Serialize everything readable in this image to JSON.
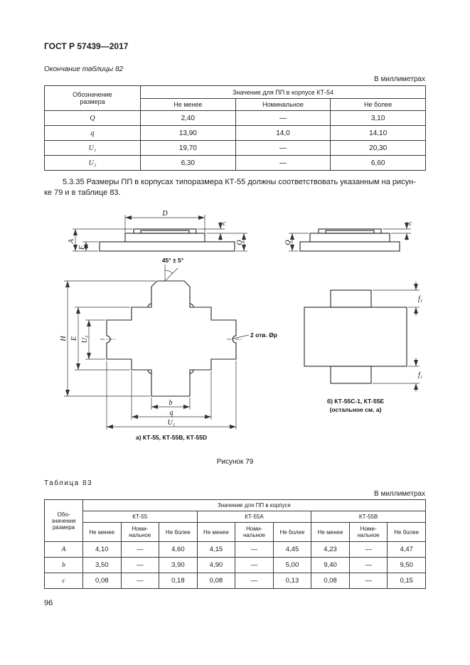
{
  "page": {
    "header": "ГОСТ Р 57439—2017",
    "page_number": "96"
  },
  "table82": {
    "caption": "Окончание таблицы 82",
    "units": "В миллиметрах",
    "corner": "Обозначение размера",
    "group": "Значение для ПП в корпусе КТ-54",
    "cols": [
      "Не менее",
      "Номинальное",
      "Не более"
    ],
    "rows": [
      {
        "name": "Q",
        "v": [
          "2,40",
          "—",
          "3,10"
        ]
      },
      {
        "name": "q",
        "v": [
          "13,90",
          "14,0",
          "14,10"
        ]
      },
      {
        "name": "U₁",
        "v": [
          "19,70",
          "—",
          "20,30"
        ]
      },
      {
        "name": "U₂",
        "v": [
          "6,30",
          "—",
          "6,60"
        ]
      }
    ]
  },
  "paragraph": {
    "line1": "5.3.35 Размеры ПП в корпусах типоразмера КТ-55 должны соответствовать указанным на рисун-",
    "line2": "ке 79 и в таблице 83."
  },
  "figure": {
    "caption": "Рисунок 79",
    "label_a": "а) КТ-55, КТ-55В, КТ-55D",
    "label_b_line1": "б) КТ-55С-1, КТ-55Е",
    "label_b_line2": "(остальное см. а)",
    "angle": "45° ± 5°",
    "holes": "2 отв. Øр",
    "dims": {
      "D": "D",
      "A": "A",
      "F": "F",
      "Q": "Q",
      "c": "c",
      "H": "H",
      "E": "E",
      "U2": "U₂",
      "b": "b",
      "q": "q",
      "U1": "U₁",
      "f1": "f₁"
    }
  },
  "table83": {
    "caption": "Таблица 83",
    "units": "В миллиметрах",
    "corner": "Обо- значение размера",
    "group": "Значение для ПП в корпусе",
    "variants": [
      "КТ-55",
      "КТ-55А",
      "КТ-55В"
    ],
    "cols": [
      "Не менее",
      "Номи- нальное",
      "Не более"
    ],
    "rows": [
      {
        "name": "A",
        "v": [
          "4,10",
          "—",
          "4,60",
          "4,15",
          "—",
          "4,45",
          "4,23",
          "—",
          "4,47"
        ]
      },
      {
        "name": "b",
        "v": [
          "3,50",
          "—",
          "3,90",
          "4,90",
          "—",
          "5,00",
          "9,40",
          "—",
          "9,50"
        ]
      },
      {
        "name": "c",
        "v": [
          "0,08",
          "—",
          "0,18",
          "0,08",
          "—",
          "0,13",
          "0,08",
          "—",
          "0,15"
        ]
      }
    ]
  }
}
